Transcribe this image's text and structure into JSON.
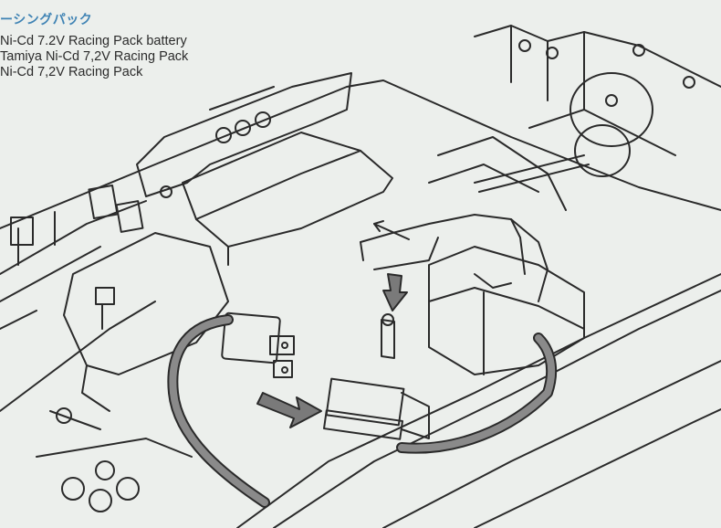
{
  "manual": {
    "section_title_jp": "ーシングパック",
    "captions": [
      "Ni-Cd 7.2V Racing Pack battery",
      "Tamiya Ni-Cd 7,2V Racing Pack",
      "Ni-Cd 7,2V Racing Pack"
    ]
  },
  "colors": {
    "paper": "#ecefec",
    "line": "#2a2a2a",
    "title_blue": "#3f83b4",
    "wire_gray": "#8a8a8a",
    "arrow_gray": "#777777"
  }
}
